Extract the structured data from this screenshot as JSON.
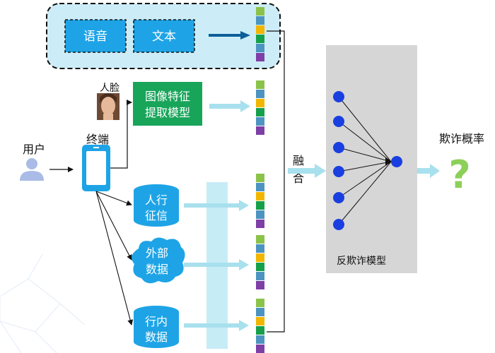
{
  "labels": {
    "speech": "语音",
    "text": "文本",
    "face": "人脸",
    "image_model_line1": "图像特征",
    "image_model_line2": "提取模型",
    "user": "用户",
    "terminal": "终端",
    "credit_line1": "人行",
    "credit_line2": "征信",
    "external_line1": "外部",
    "external_line2": "数据",
    "internal_line1": "行内",
    "internal_line2": "数据",
    "fuse_line1": "融",
    "fuse_line2": "合",
    "anti_fraud_model": "反欺诈模型",
    "fraud_probability": "欺诈概率",
    "question_mark": "?"
  },
  "colors": {
    "blue_box": "#1ea4e6",
    "green_box": "#18a55a",
    "light_panel": "#ccedf7",
    "light_arrow": "#a8e0ee",
    "dark_arrow": "#0c5f9a",
    "model_bg": "#d6d6d6",
    "node": "#1a3fe0",
    "question": "#8cd05a",
    "feature_strip": [
      "#8bc34a",
      "#4d94c1",
      "#f2b600",
      "#17a04a",
      "#4d94c1",
      "#7e3fa6"
    ]
  }
}
